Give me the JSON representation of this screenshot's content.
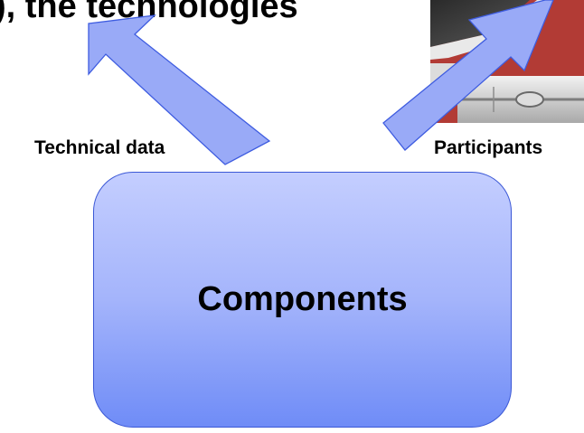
{
  "top_text": "), the technologies",
  "labels": {
    "technical_data": "Technical data",
    "participants": "Participants"
  },
  "box": {
    "label": "Components"
  },
  "colors": {
    "arrow_fill": "#99aaf7",
    "arrow_stroke": "#3e5ce0",
    "box_border": "#3b58d6"
  }
}
